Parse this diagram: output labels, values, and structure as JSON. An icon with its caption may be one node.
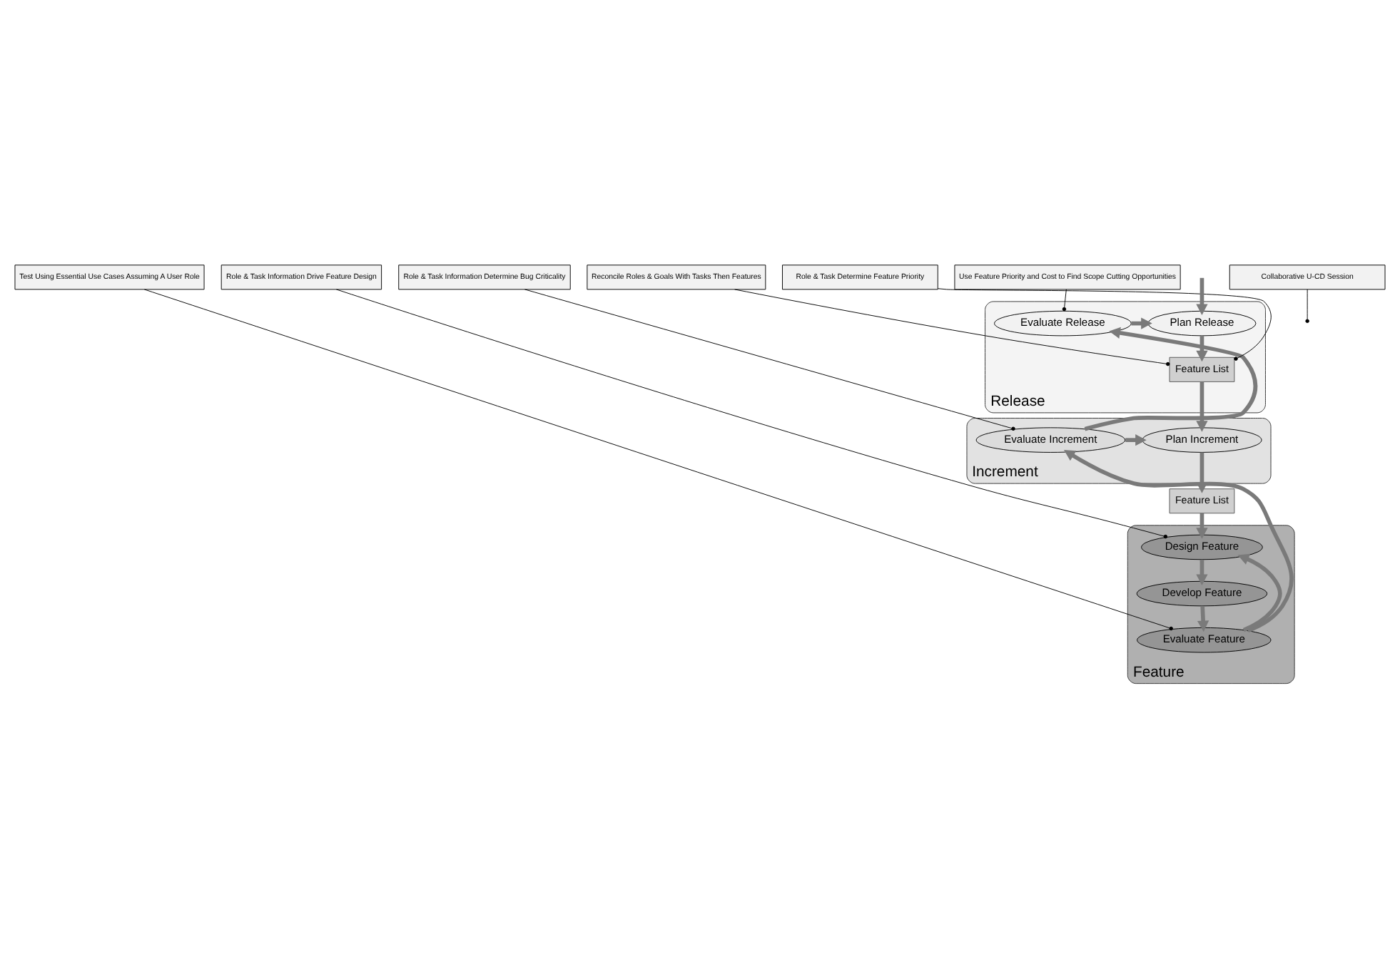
{
  "diagram": {
    "nodes": [
      {
        "text": [
          "Release"
        ]
      },
      {
        "text": [
          "Plan Release"
        ],
        "in": 0
      },
      {
        "text": [
          "Evaluate Release"
        ],
        "in": 0
      },
      {
        "text": [
          "Feature List"
        ],
        "in": 0
      },
      {
        "text": [
          "Increment"
        ]
      },
      {
        "text": [
          "Plan Increment"
        ],
        "in": 4
      },
      {
        "text": [
          "Evaluate Increment"
        ],
        "in": 4
      },
      {
        "text": [
          "Feature List"
        ]
      },
      {
        "text": [
          "Feature"
        ]
      },
      {
        "text": [
          "Design Feature"
        ],
        "in": 8
      },
      {
        "text": [
          "Develop Feature"
        ],
        "in": 8
      },
      {
        "text": [
          "Evaluate Feature"
        ],
        "in": 8
      },
      {
        "text": [
          "Collaborative U-CD Session"
        ]
      },
      {
        "text": [
          "Reconcile Roles & Goals With Tasks Then Features"
        ]
      },
      {
        "text": [
          "Role & Task Determine Feature Priority"
        ]
      },
      {
        "text": [
          "Role & Task Information Drive Feature Design"
        ]
      },
      {
        "text": [
          "Use Feature Priority and Cost to Find Scope Cutting Opportunities"
        ]
      },
      {
        "text": [
          "Role & Task Information Determine Bug Criticality"
        ]
      },
      {
        "text": [
          "Test Using Essential Use Cases Assuming A User Role"
        ]
      }
    ],
    "edges": [
      {
        "from": null,
        "to": 1,
        "arrow": "to"
      },
      {
        "from": 1,
        "to": 3,
        "arrow": "to"
      },
      {
        "from": 3,
        "to": 5,
        "arrow": "to"
      },
      {
        "from": 5,
        "to": 7,
        "arrow": "to"
      },
      {
        "from": 7,
        "to": 9,
        "arrow": "to"
      },
      {
        "from": 9,
        "to": 10,
        "arrow": "to"
      },
      {
        "from": 10,
        "to": 11,
        "arrow": "to"
      },
      {
        "from": 11,
        "to": 9,
        "arrow": "to"
      },
      {
        "from": 11,
        "to": 6,
        "arrow": "to"
      },
      {
        "from": 6,
        "to": 5,
        "arrow": "to"
      },
      {
        "from": 6,
        "to": 2,
        "arrow": "to"
      },
      {
        "from": 2,
        "to": 1,
        "arrow": "to"
      },
      {
        "from": 12,
        "to": null,
        "arrow": "other",
        "color": "#000000"
      },
      {
        "from": 13,
        "to": 3,
        "arrow": "other",
        "color": "#000000"
      },
      {
        "from": 14,
        "to": 3,
        "arrow": "other",
        "color": "#000000"
      },
      {
        "from": 15,
        "to": 9,
        "arrow": "other",
        "color": "#000000"
      },
      {
        "from": 16,
        "to": 2,
        "arrow": "other",
        "color": "#000000"
      },
      {
        "from": 17,
        "to": 6,
        "arrow": "other",
        "color": "#000000"
      },
      {
        "from": 18,
        "to": 11,
        "arrow": "other",
        "color": "#000000"
      }
    ]
  }
}
